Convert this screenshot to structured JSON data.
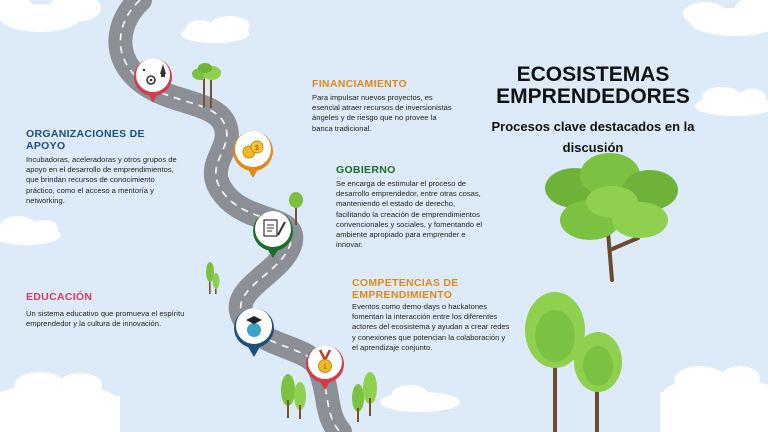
{
  "title": "ECOSISTEMAS EMPRENDEDORES",
  "subtitle": "Procesos clave destacados en la discusión",
  "colors": {
    "background": "#dcebf7",
    "road": "#8c8f96",
    "red": "#d63b4b",
    "orange": "#e0891a",
    "green": "#1f6b2a",
    "navy": "#1d4f7a",
    "pink": "#d9366a",
    "tree_green": "#7cc242"
  },
  "sections": {
    "organizaciones": {
      "heading": "ORGANIZACIONES DE APOYO",
      "text": "Incubadoras, aceleradoras y otros grupos de apoyo en el desarrollo de emprendimientos, que brindan recursos de conocimiento práctico, como el acceso a mentoría y networking.",
      "color": "#1d4f7a",
      "icon": "rocket-gear-icon"
    },
    "financiamiento": {
      "heading": "FINANCIAMIENTO",
      "text": "Para impulsar nuevos proyectos, es esencial atraer recursos de inversionistas ángeles y de riesgo que no provee la banca tradicional.",
      "color": "#e0891a",
      "icon": "coins-icon"
    },
    "gobierno": {
      "heading": "GOBIERNO",
      "text": "Se encarga de estimular el proceso de desarrollo emprendedor, entre otras cosas, manteniendo el estado de derecho, facilitando la creación de emprendimientos convencionales y sociales, y fomentando el ambiente apropiado para emprender e innovar.",
      "color": "#1f6b2a",
      "icon": "document-pen-icon"
    },
    "educacion": {
      "heading": "EDUCACIÓN",
      "text": "Un sistema educativo que promueva el espíritu emprendedor y la cultura de innovación.",
      "color": "#d9366a",
      "icon": "globe-graduation-icon"
    },
    "competencias": {
      "heading": "COMPETENCIAS DE EMPRENDIMIENTO",
      "text": "Eventos como demo-days o hackatones fomentan la interacción entre los diferentes actores del ecosistema y ayudan a crear redes y conexiones que potencian la colaboración y el aprendizaje conjunto.",
      "color": "#e0891a",
      "icon": "medal-icon"
    }
  }
}
